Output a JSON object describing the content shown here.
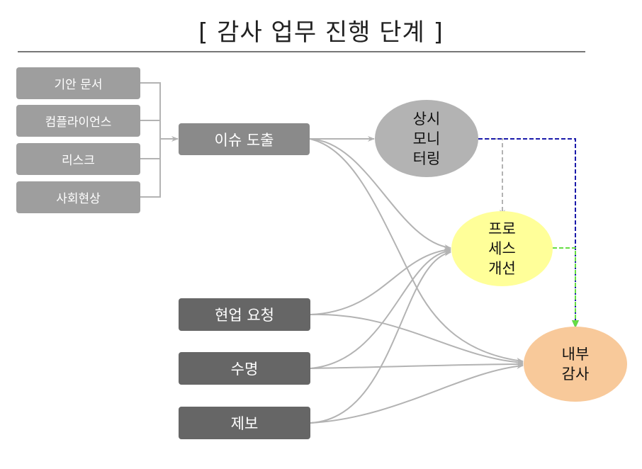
{
  "title": "[ 감사 업무 진행 단계 ]",
  "sources": [
    "기안 문서",
    "컴플라이언스",
    "리스크",
    "사회현상"
  ],
  "issue": "이슈 도출",
  "requests": [
    "현업 요청",
    "수명",
    "제보"
  ],
  "monitoring": [
    "상시",
    "모니",
    "터링"
  ],
  "process": [
    "프로",
    "세스",
    "개선"
  ],
  "audit": [
    "내부",
    "감사"
  ],
  "colors": {
    "source_box": "#9e9e9e",
    "issue_box": "#8a8a8a",
    "request_box": "#666666",
    "monitoring_node": "#b3b3b3",
    "process_node": "#ffff99",
    "audit_node": "#f8c99a",
    "flow_line": "#b3b3b3",
    "dashed_blue": "#1a1aaa",
    "dashed_green": "#66dd44"
  }
}
